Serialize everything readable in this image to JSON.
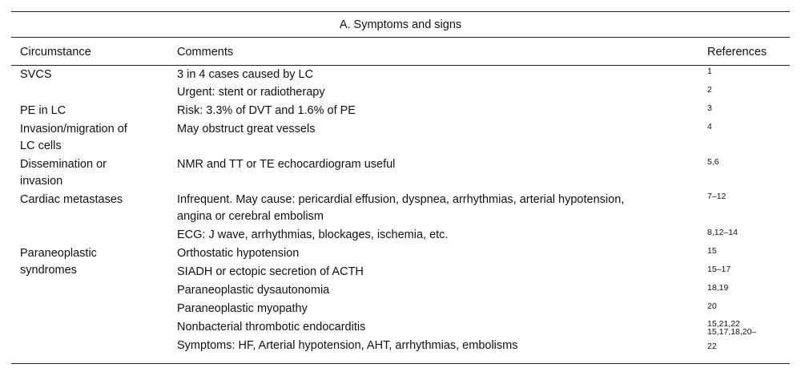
{
  "table": {
    "title": "A. Symptoms and signs",
    "headers": {
      "circumstance": "Circumstance",
      "comments": "Comments",
      "references": "References"
    },
    "circumstances": [
      {
        "line1": "SVCS",
        "line2": ""
      },
      {
        "line1": "PE in LC",
        "line2": ""
      },
      {
        "line1": "Invasion/migration of",
        "line2": "LC cells"
      },
      {
        "line1": "Dissemination or",
        "line2": "invasion"
      },
      {
        "line1": "Cardiac metastases",
        "line2": ""
      },
      {
        "line1": "Paraneoplastic",
        "line2": "syndromes"
      }
    ],
    "rows": [
      {
        "comment": "3 in 4 cases caused by LC",
        "comment2": "",
        "ref": "1",
        "ref2": ""
      },
      {
        "comment": "Urgent: stent or radiotherapy",
        "comment2": "",
        "ref": "2",
        "ref2": ""
      },
      {
        "comment": "Risk: 3.3% of DVT and 1.6% of PE",
        "comment2": "",
        "ref": "3",
        "ref2": ""
      },
      {
        "comment": "May obstruct great vessels",
        "comment2": "",
        "ref": "4",
        "ref2": ""
      },
      {
        "comment": "NMR and TT or TE echocardiogram useful",
        "comment2": "",
        "ref": "5,6",
        "ref2": ""
      },
      {
        "comment": "Infrequent. May cause: pericardial effusion, dyspnea, arrhythmias, arterial hypotension,",
        "comment2": "angina or cerebral embolism",
        "ref": "7–12",
        "ref2": ""
      },
      {
        "comment": "ECG: J wave, arrhythmias, blockages, ischemia, etc.",
        "comment2": "",
        "ref": "8,12–14",
        "ref2": ""
      },
      {
        "comment": "Orthostatic hypotension",
        "comment2": "",
        "ref": "15",
        "ref2": ""
      },
      {
        "comment": "SIADH or ectopic secretion of ACTH",
        "comment2": "",
        "ref": "15–17",
        "ref2": ""
      },
      {
        "comment": "Paraneoplastic dysautonomia",
        "comment2": "",
        "ref": "18,19",
        "ref2": ""
      },
      {
        "comment": "Paraneoplastic myopathy",
        "comment2": "",
        "ref": "20",
        "ref2": ""
      },
      {
        "comment": "Nonbacterial thrombotic endocarditis",
        "comment2": "",
        "ref": "15,21,22",
        "ref2": ""
      },
      {
        "comment": "Symptoms: HF, Arterial hypotension, AHT, arrhythmias, embolisms",
        "comment2": "",
        "ref": "15,17,18,20–",
        "ref2": "22"
      }
    ]
  }
}
